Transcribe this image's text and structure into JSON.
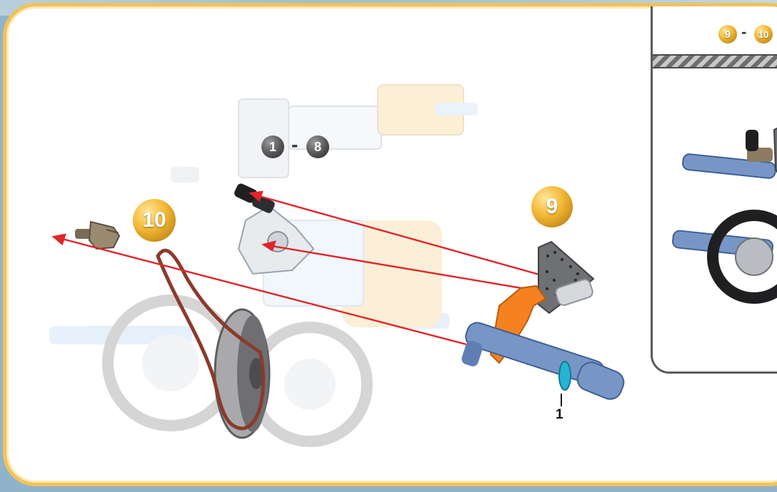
{
  "step_group_label": {
    "start": "1",
    "separator": "-",
    "end": "8"
  },
  "step_badges": {
    "step_9": "9",
    "step_10": "10"
  },
  "callout_label": "1",
  "inset": {
    "start": "9",
    "separator": "-",
    "end": "10"
  },
  "colors": {
    "frame": "#f0c25b",
    "arrow": "#e0252b",
    "bracket": "#f5821f",
    "axle": "#6f93c9",
    "belt": "#8a3b2b",
    "inset_border": "#5b5b5b"
  }
}
